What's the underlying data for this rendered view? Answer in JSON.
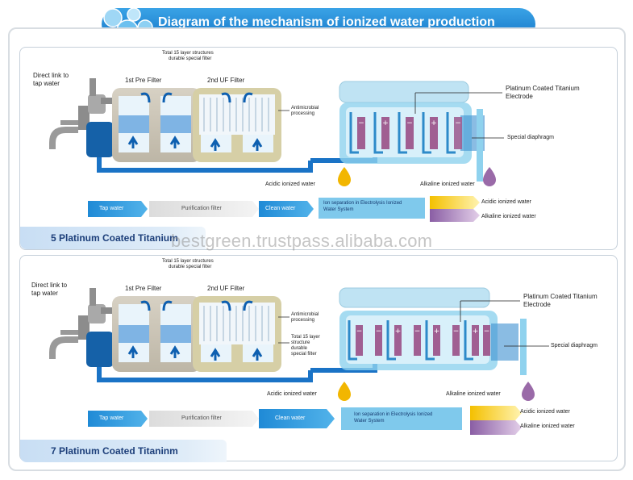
{
  "header": {
    "title": "Diagram of the mechanism of ionized water production"
  },
  "watermark": "bestgreen.trustpass.alibaba.com",
  "panels": [
    {
      "label": "5 Platinum Coated Titanium",
      "filter_note": [
        "Total 15 layer structures",
        "durable special filter"
      ],
      "direct_link": [
        "Direct link to",
        "tap water"
      ],
      "pre_filter": "1st Pre Filter",
      "uf_filter": "2nd UF Filter",
      "antimicrobial": [
        "Antimicrobial",
        "processing"
      ],
      "side_note": [],
      "electrode": [
        "Platinum Coated Titanium",
        "Electrode"
      ],
      "diaphragm": "Special diaphragm",
      "acidic_drop": "Acidic ionized water",
      "alkaline_drop": "Alkaline ionized water",
      "flow": {
        "tap": "Tap water",
        "purification": "Purification filter",
        "clean": "Clean water",
        "ion": [
          "Ion separation in Electrolysis Ionized",
          "Water System"
        ],
        "acidic": "Acidic ionized water",
        "alkaline": "Alkaline ionized water"
      },
      "plates": [
        "−",
        "+",
        "−",
        "+",
        "−"
      ]
    },
    {
      "label": "7 Platinum Coated Titaninm",
      "filter_note": [
        "Total 15 layer structures",
        "durable special filter"
      ],
      "direct_link": [
        "Direct link to",
        "tap water"
      ],
      "pre_filter": "1st Pre Filter",
      "uf_filter": "2nd UF Filter",
      "antimicrobial": [
        "Antimicrobial",
        "processing"
      ],
      "side_note": [
        "Total 15 layer",
        "structure",
        "durable",
        "special filter"
      ],
      "electrode": [
        "Platinum Coated Titanium",
        "Electrode"
      ],
      "diaphragm": "Special diaphragm",
      "acidic_drop": "Acidic ionized water",
      "alkaline_drop": "Alkaline ionized water",
      "flow": {
        "tap": "Tap water",
        "purification": "Purification filter",
        "clean": "Clean water",
        "ion": [
          "Ion separation in Electrolysis Ionized",
          "Water System"
        ],
        "acidic": "Acidic ionized water",
        "alkaline": "Alkaline ionized water"
      },
      "plates": [
        "−",
        "−",
        "+",
        "−",
        "+",
        "−",
        "+",
        "−"
      ]
    }
  ],
  "colors": {
    "header": "#1677c8",
    "pipe": "#1a73c6",
    "tank": "#cfeaf6",
    "plate": "#a05f92",
    "acidic": "#f2b600",
    "alkaline": "#9a6aa8"
  }
}
